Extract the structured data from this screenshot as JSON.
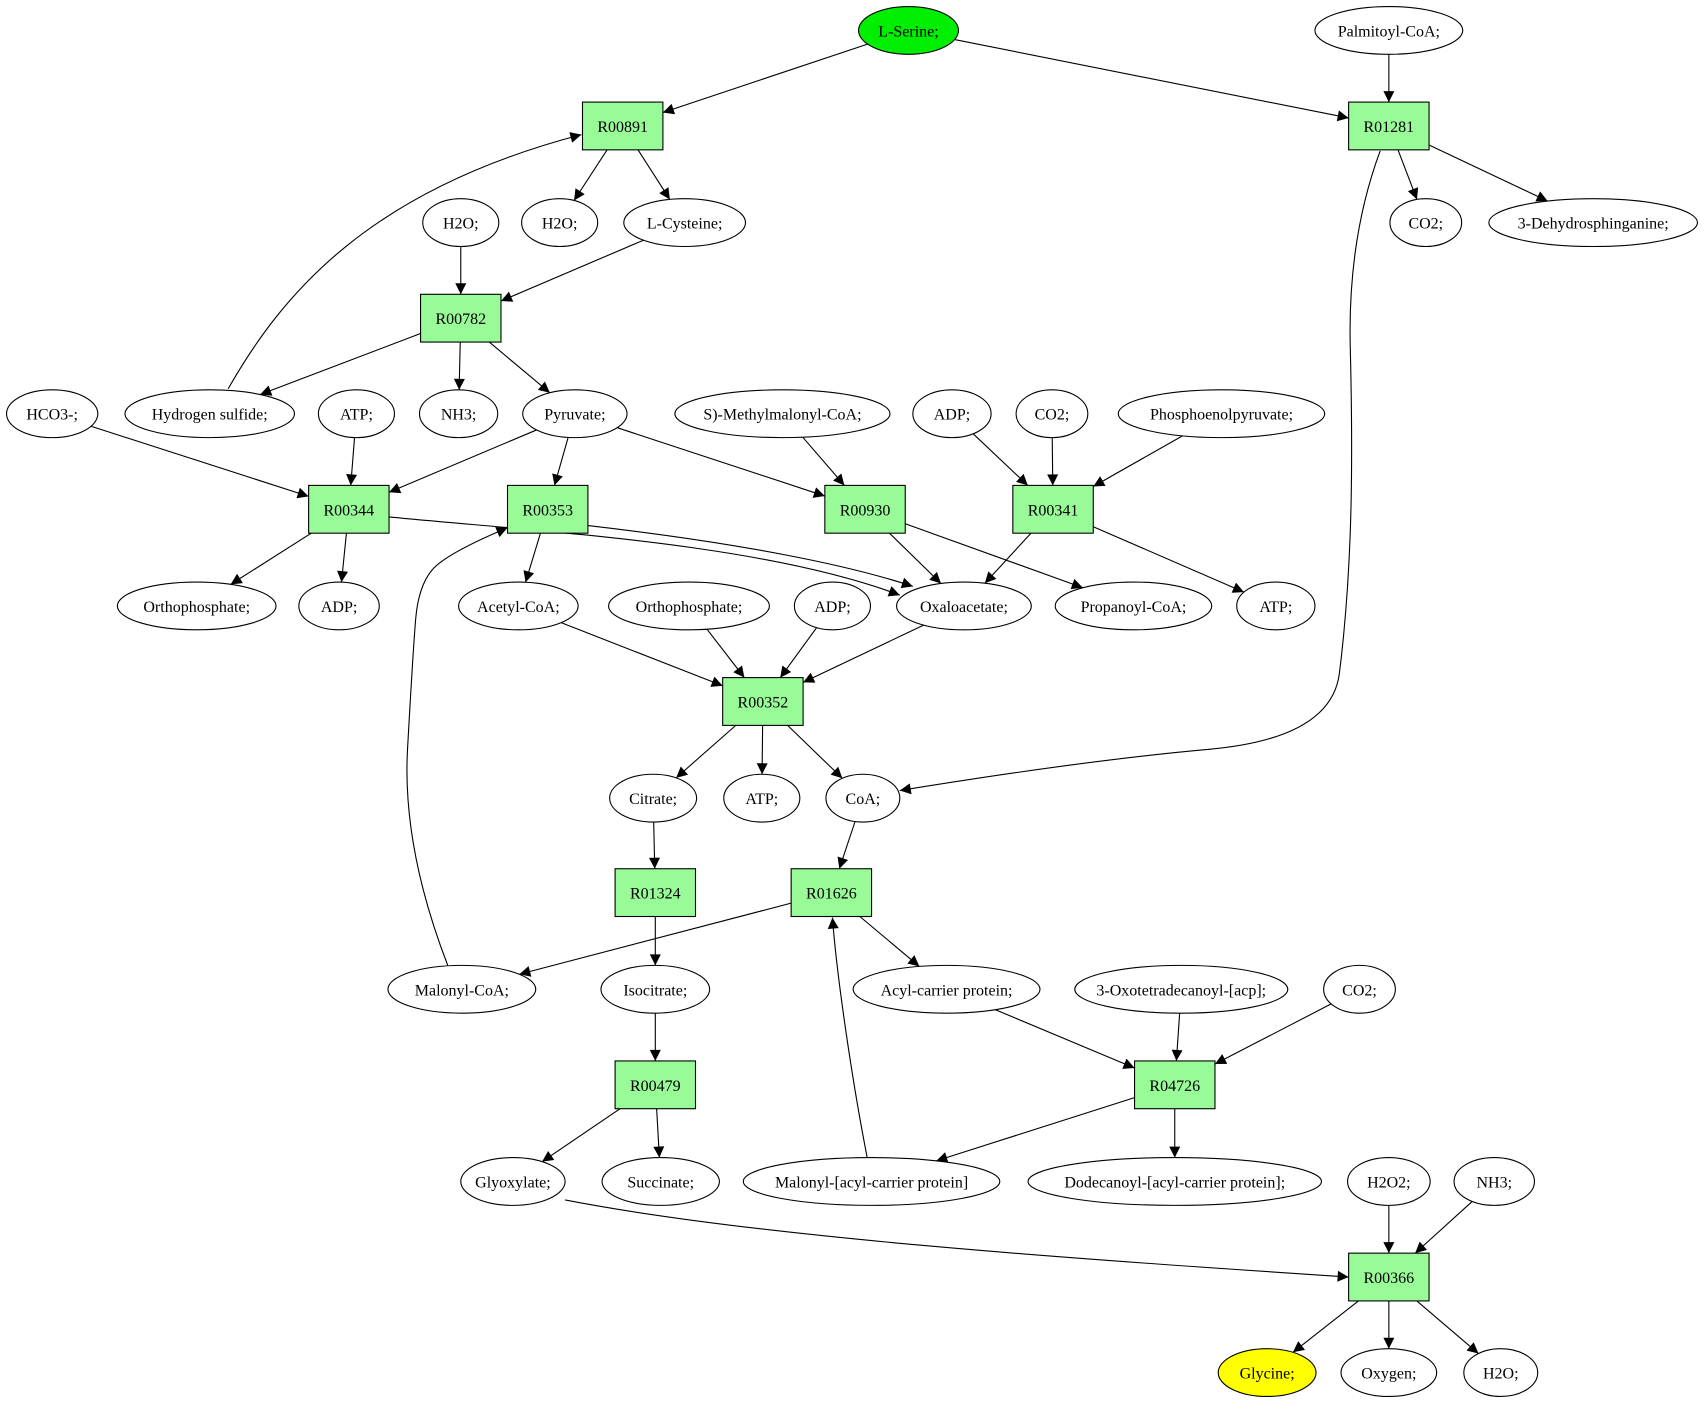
{
  "colors": {
    "reaction_fill": "#98fb98",
    "start_fill": "#00ee00",
    "target_fill": "#ffff00",
    "compound_fill": "#ffffff",
    "line": "#000000"
  },
  "reactions": [
    {
      "id": "R00891",
      "label": "R00891"
    },
    {
      "id": "R01281",
      "label": "R01281"
    },
    {
      "id": "R00782",
      "label": "R00782"
    },
    {
      "id": "R00344",
      "label": "R00344"
    },
    {
      "id": "R00353",
      "label": "R00353"
    },
    {
      "id": "R00930",
      "label": "R00930"
    },
    {
      "id": "R00341",
      "label": "R00341"
    },
    {
      "id": "R00352",
      "label": "R00352"
    },
    {
      "id": "R01324",
      "label": "R01324"
    },
    {
      "id": "R01626",
      "label": "R01626"
    },
    {
      "id": "R00479",
      "label": "R00479"
    },
    {
      "id": "R04726",
      "label": "R04726"
    },
    {
      "id": "R00366",
      "label": "R00366"
    }
  ],
  "compounds": [
    {
      "id": "serine",
      "label": "L-Serine;",
      "role": "start"
    },
    {
      "id": "palmitoyl",
      "label": "Palmitoyl-CoA;"
    },
    {
      "id": "h2o_a",
      "label": "H2O;"
    },
    {
      "id": "h2o_b",
      "label": "H2O;"
    },
    {
      "id": "cysteine",
      "label": "L-Cysteine;"
    },
    {
      "id": "co2_a",
      "label": "CO2;"
    },
    {
      "id": "dehydro",
      "label": "3-Dehydrosphinganine;"
    },
    {
      "id": "hco3",
      "label": "HCO3-;"
    },
    {
      "id": "h2s",
      "label": "Hydrogen sulfide;"
    },
    {
      "id": "atp_a",
      "label": "ATP;"
    },
    {
      "id": "nh3_a",
      "label": "NH3;"
    },
    {
      "id": "pyruvate",
      "label": "Pyruvate;"
    },
    {
      "id": "methylmal",
      "label": "S)-Methylmalonyl-CoA;"
    },
    {
      "id": "adp_a",
      "label": "ADP;"
    },
    {
      "id": "co2_b",
      "label": "CO2;"
    },
    {
      "id": "pep",
      "label": "Phosphoenolpyruvate;"
    },
    {
      "id": "ortho_a",
      "label": "Orthophosphate;"
    },
    {
      "id": "adp_b",
      "label": "ADP;"
    },
    {
      "id": "acetyl",
      "label": "Acetyl-CoA;"
    },
    {
      "id": "ortho_b",
      "label": "Orthophosphate;"
    },
    {
      "id": "adp_c",
      "label": "ADP;"
    },
    {
      "id": "oxalo",
      "label": "Oxaloacetate;"
    },
    {
      "id": "propanoyl",
      "label": "Propanoyl-CoA;"
    },
    {
      "id": "atp_b",
      "label": "ATP;"
    },
    {
      "id": "citrate",
      "label": "Citrate;"
    },
    {
      "id": "atp_c",
      "label": "ATP;"
    },
    {
      "id": "coa",
      "label": "CoA;"
    },
    {
      "id": "malonylcoa",
      "label": "Malonyl-CoA;"
    },
    {
      "id": "isocitrate",
      "label": "Isocitrate;"
    },
    {
      "id": "acp",
      "label": "Acyl-carrier protein;"
    },
    {
      "id": "oxotetra",
      "label": "3-Oxotetradecanoyl-[acp];"
    },
    {
      "id": "co2_c",
      "label": "CO2;"
    },
    {
      "id": "glyoxylate",
      "label": "Glyoxylate;"
    },
    {
      "id": "succinate",
      "label": "Succinate;"
    },
    {
      "id": "malacp",
      "label": "Malonyl-[acyl-carrier protein]"
    },
    {
      "id": "dodecanoyl",
      "label": "Dodecanoyl-[acyl-carrier protein];"
    },
    {
      "id": "h2o2",
      "label": "H2O2;"
    },
    {
      "id": "nh3_b",
      "label": "NH3;"
    },
    {
      "id": "glycine",
      "label": "Glycine;",
      "role": "target"
    },
    {
      "id": "oxygen",
      "label": "Oxygen;"
    },
    {
      "id": "h2o_c",
      "label": "H2O;"
    }
  ],
  "edges": [
    [
      "serine",
      "R00891"
    ],
    [
      "serine",
      "R01281"
    ],
    [
      "palmitoyl",
      "R01281"
    ],
    [
      "h2s",
      "R00891"
    ],
    [
      "R00891",
      "h2o_b"
    ],
    [
      "R00891",
      "cysteine"
    ],
    [
      "R01281",
      "co2_a"
    ],
    [
      "R01281",
      "dehydro"
    ],
    [
      "R01281",
      "coa"
    ],
    [
      "h2o_a",
      "R00782"
    ],
    [
      "cysteine",
      "R00782"
    ],
    [
      "R00782",
      "h2s"
    ],
    [
      "R00782",
      "nh3_a"
    ],
    [
      "R00782",
      "pyruvate"
    ],
    [
      "hco3",
      "R00344"
    ],
    [
      "atp_a",
      "R00344"
    ],
    [
      "pyruvate",
      "R00344"
    ],
    [
      "pyruvate",
      "R00353"
    ],
    [
      "pyruvate",
      "R00930"
    ],
    [
      "methylmal",
      "R00930"
    ],
    [
      "adp_a",
      "R00341"
    ],
    [
      "co2_b",
      "R00341"
    ],
    [
      "pep",
      "R00341"
    ],
    [
      "R00344",
      "ortho_a"
    ],
    [
      "R00344",
      "adp_b"
    ],
    [
      "R00344",
      "oxalo"
    ],
    [
      "R00353",
      "acetyl"
    ],
    [
      "R00353",
      "oxalo"
    ],
    [
      "malonylcoa",
      "R00353"
    ],
    [
      "R00930",
      "oxalo"
    ],
    [
      "R00930",
      "propanoyl"
    ],
    [
      "R00341",
      "oxalo"
    ],
    [
      "R00341",
      "atp_b"
    ],
    [
      "acetyl",
      "R00352"
    ],
    [
      "ortho_b",
      "R00352"
    ],
    [
      "adp_c",
      "R00352"
    ],
    [
      "oxalo",
      "R00352"
    ],
    [
      "R00352",
      "citrate"
    ],
    [
      "R00352",
      "atp_c"
    ],
    [
      "R00352",
      "coa"
    ],
    [
      "citrate",
      "R01324"
    ],
    [
      "coa",
      "R01626"
    ],
    [
      "R01626",
      "malonylcoa"
    ],
    [
      "R01626",
      "acp"
    ],
    [
      "malacp",
      "R01626"
    ],
    [
      "R01324",
      "isocitrate"
    ],
    [
      "isocitrate",
      "R00479"
    ],
    [
      "acp",
      "R04726"
    ],
    [
      "oxotetra",
      "R04726"
    ],
    [
      "co2_c",
      "R04726"
    ],
    [
      "R00479",
      "glyoxylate"
    ],
    [
      "R00479",
      "succinate"
    ],
    [
      "R04726",
      "malacp"
    ],
    [
      "R04726",
      "dodecanoyl"
    ],
    [
      "glyoxylate",
      "R00366"
    ],
    [
      "h2o2",
      "R00366"
    ],
    [
      "nh3_b",
      "R00366"
    ],
    [
      "R00366",
      "glycine"
    ],
    [
      "R00366",
      "oxygen"
    ],
    [
      "R00366",
      "h2o_c"
    ]
  ]
}
